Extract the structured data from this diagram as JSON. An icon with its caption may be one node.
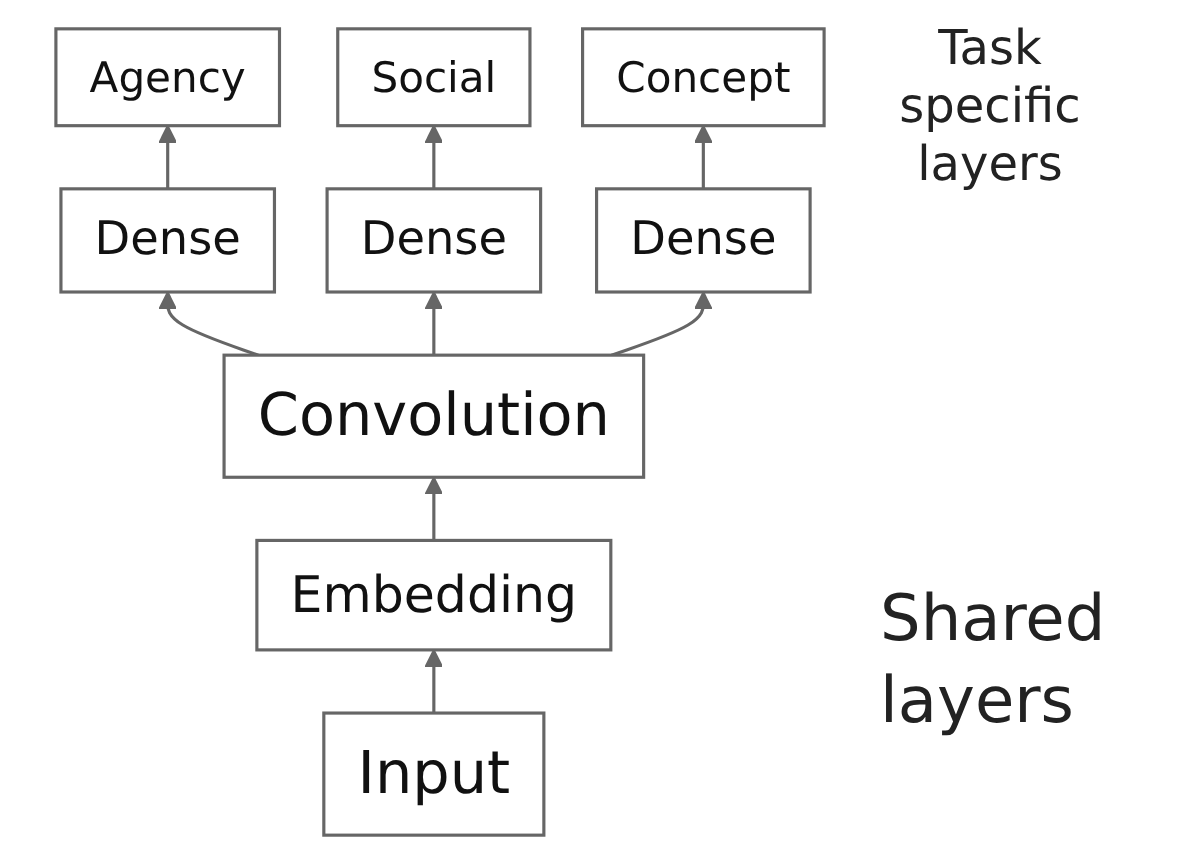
{
  "diagram": {
    "nodes": [
      {
        "text": [
          "Agency"
        ]
      },
      {
        "text": [
          "Social"
        ]
      },
      {
        "text": [
          "Concept"
        ]
      },
      {
        "text": [
          "Dense"
        ]
      },
      {
        "text": [
          "Dense"
        ]
      },
      {
        "text": [
          "Dense"
        ]
      },
      {
        "text": [
          "Convolution"
        ]
      },
      {
        "text": [
          "Embedding"
        ]
      },
      {
        "text": [
          "Input"
        ]
      }
    ],
    "edges": [
      {
        "from": 3,
        "to": 0,
        "arrow": "to"
      },
      {
        "from": 4,
        "to": 1,
        "arrow": "to"
      },
      {
        "from": 5,
        "to": 2,
        "arrow": "to"
      },
      {
        "from": 6,
        "to": 3,
        "arrow": "to"
      },
      {
        "from": 6,
        "to": 4,
        "arrow": "to"
      },
      {
        "from": 6,
        "to": 5,
        "arrow": "to"
      },
      {
        "from": 7,
        "to": 6,
        "arrow": "to"
      },
      {
        "from": 8,
        "to": 7,
        "arrow": "to"
      }
    ],
    "labels": [
      "Task specific layers",
      "Shared layers"
    ]
  }
}
